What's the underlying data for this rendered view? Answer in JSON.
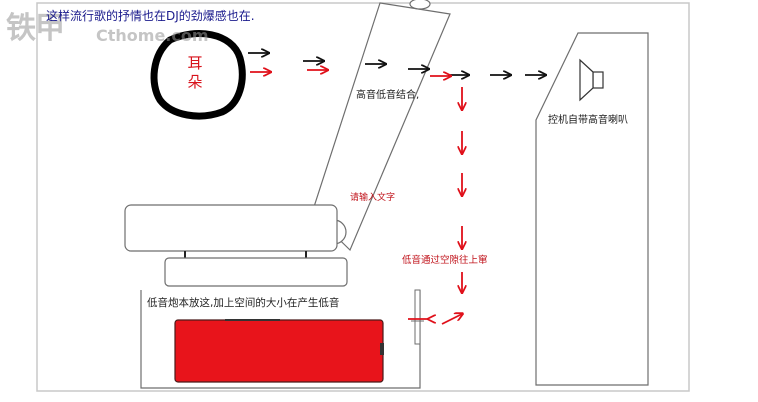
{
  "labels": {
    "headline": "这样流行歌的抒情也在DJ的劲爆感也在.",
    "ear": "耳朵",
    "high_low_mix": "高音低音结合,",
    "cabinet": "控机自带高音喇叭",
    "input_text": "请输入文字",
    "gap_upward": "低音通过空隙往上窜",
    "subwoofer_note": "低音炮本放这,加上空间的大小在产生低音"
  },
  "watermark": {
    "brand": "铁甲",
    "site": "Cthome.com"
  },
  "colors": {
    "frame": "#c8c8c8",
    "outline": "#6e6e6e",
    "ear_ring": "#000000",
    "arrow_black": "#111111",
    "arrow_red": "#e0101a",
    "subwoofer_fill": "#e8141b",
    "text_blue": "#1a1a8c"
  }
}
